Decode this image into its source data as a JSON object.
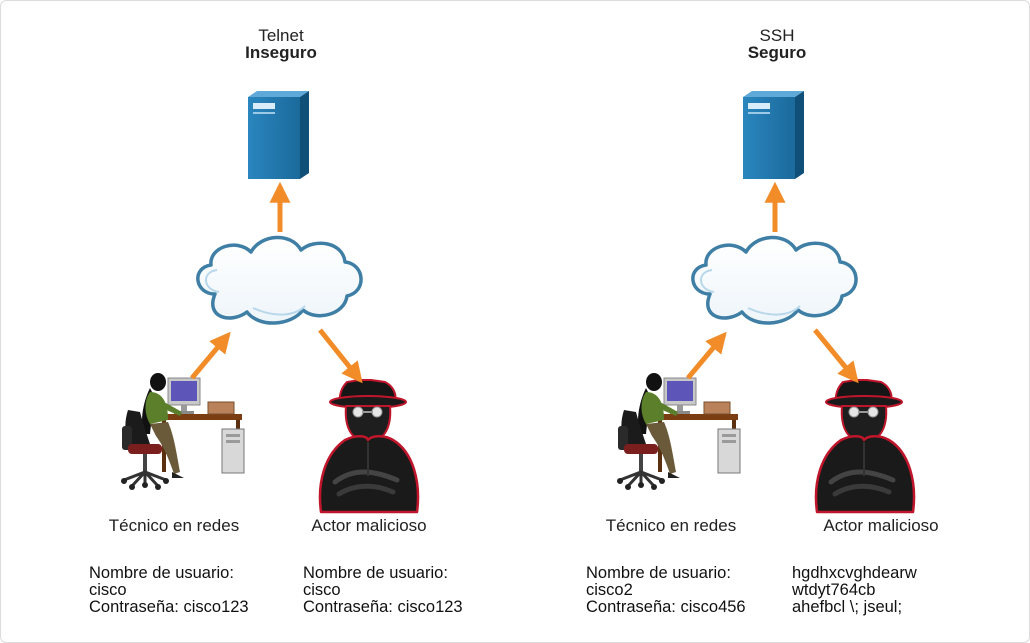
{
  "panels": [
    {
      "protocol": "Telnet",
      "security": "Inseguro",
      "technician": {
        "label": "Técnico en redes",
        "username_line": "Nombre de usuario:",
        "username": "cisco",
        "password_line": "Contraseña: cisco123"
      },
      "attacker": {
        "label": "Actor malicioso",
        "lines": [
          "Nombre de usuario:",
          "cisco",
          "Contraseña: cisco123"
        ]
      }
    },
    {
      "protocol": "SSH",
      "security": "Seguro",
      "technician": {
        "label": "Técnico en redes",
        "username_line": "Nombre de usuario:",
        "username": "cisco2",
        "password_line": "Contraseña: cisco456"
      },
      "attacker": {
        "label": "Actor malicioso",
        "lines": [
          "hgdhxcvghdearw",
          "wtdyt764cb",
          "ahefbcl \\; jseul;"
        ]
      }
    }
  ],
  "colors": {
    "arrow": "#f28c28",
    "cloud_stroke": "#3f7fa6",
    "server": "#1d6fa0",
    "hacker_outline": "#c0162c"
  },
  "icons": [
    "server-icon",
    "cloud-icon",
    "technician-workstation-icon",
    "hacker-icon",
    "arrow-icon"
  ]
}
